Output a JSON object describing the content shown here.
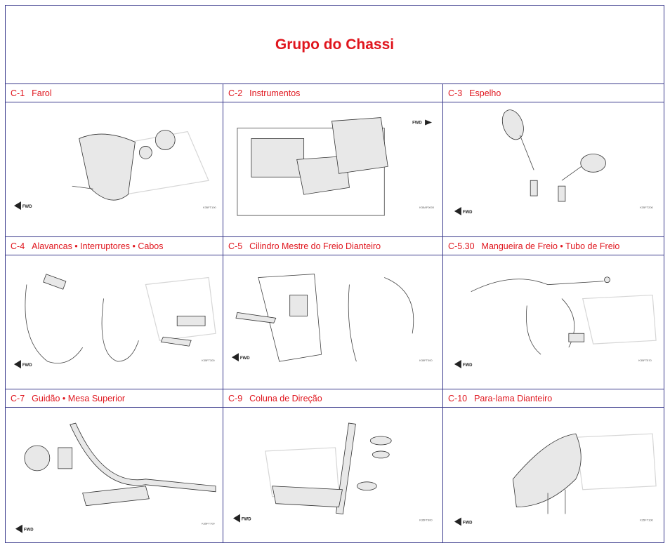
{
  "title": "Grupo do Chassi",
  "colors": {
    "accent": "#e0161e",
    "border": "#3a3a8c"
  },
  "fwd_label": "FWD",
  "sections": [
    {
      "code": "C-1",
      "name": "Farol",
      "ref": "K35FT100"
    },
    {
      "code": "C-2",
      "name": "Instrumentos",
      "ref": "K35AF0000"
    },
    {
      "code": "C-3",
      "name": "Espelho",
      "ref": "K35FT200"
    },
    {
      "code": "C-4",
      "name": "Alavancas • Interruptores • Cabos",
      "ref": "K35FT300"
    },
    {
      "code": "C-5",
      "name": "Cilindro Mestre do Freio Dianteiro",
      "ref": "K35FT000"
    },
    {
      "code": "C-5.30",
      "name": "Mangueira de Freio • Tubo de Freio",
      "ref": "K35FT570"
    },
    {
      "code": "C-7",
      "name": "Guidão • Mesa Superior",
      "ref": "K35FT700"
    },
    {
      "code": "C-9",
      "name": "Coluna de Direção",
      "ref": "K35FT900"
    },
    {
      "code": "C-10",
      "name": "Para-lama Dianteiro",
      "ref": "K35FT100"
    }
  ]
}
